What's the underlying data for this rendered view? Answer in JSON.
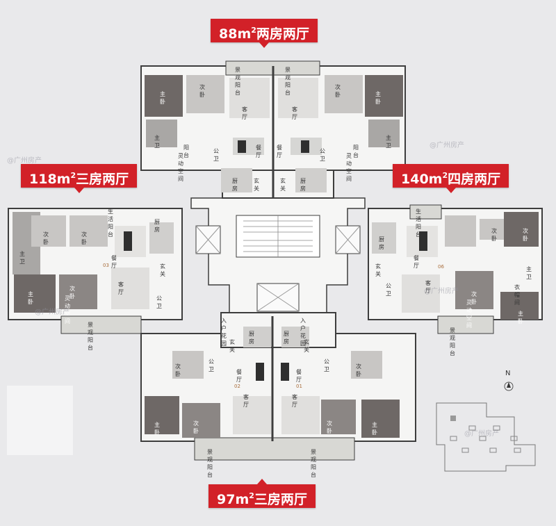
{
  "units": {
    "top": {
      "area": "88m",
      "sup": "2",
      "rooms": "两房两厅"
    },
    "left": {
      "area": "118m",
      "sup": "2",
      "rooms": "三房两厅"
    },
    "right": {
      "area": "140m",
      "sup": "2",
      "rooms": "四房两厅"
    },
    "bottom": {
      "area": "97m",
      "sup": "2",
      "rooms": "三房两厅"
    }
  },
  "rooms": {
    "top": [
      "景观阳台",
      "景观阳台",
      "主卧",
      "次卧",
      "客厅",
      "客厅",
      "次卧",
      "主卧",
      "主卫",
      "主卫",
      "阳台",
      "灵动空间",
      "公卫",
      "餐厅",
      "餐厅",
      "公卫",
      "阳台",
      "灵动空间",
      "厨房",
      "玄关",
      "玄关",
      "厨房"
    ],
    "left": [
      "生活阳台",
      "次卧",
      "次卧",
      "厨房",
      "主卫",
      "餐厅",
      "玄关",
      "主卧",
      "次卧",
      "灵动空间",
      "客厅",
      "公卫",
      "景观阳台"
    ],
    "right": [
      "生活阳台",
      "次卧",
      "次卧",
      "厨房",
      "主卫",
      "餐厅",
      "玄关",
      "公卫",
      "客厅",
      "次卧",
      "灵动空间",
      "衣帽间",
      "主卧",
      "景观阳台"
    ],
    "bottom": [
      "入户花园",
      "入户花园",
      "玄关",
      "厨房",
      "厨房",
      "玄关",
      "次卧",
      "公卫",
      "公卫",
      "次卧",
      "餐厅",
      "餐厅",
      "客厅",
      "客厅",
      "主卧",
      "次卧",
      "次卧",
      "主卧",
      "景观阳台",
      "景观阳台"
    ]
  },
  "unit_numbers": [
    "02",
    "01",
    "03",
    "06"
  ],
  "compass": "N",
  "watermark": "@广州房产",
  "colors": {
    "banner": "#d22128",
    "wall": "#3d3d3d",
    "floor_dark": "#6e6866",
    "floor_light": "#c8c6c4",
    "plan_bg": "#f5f5f4"
  }
}
